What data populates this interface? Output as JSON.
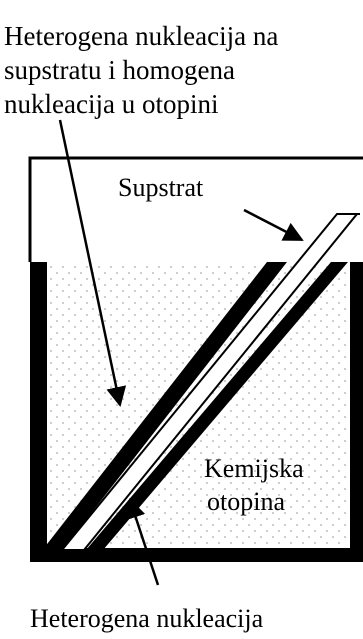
{
  "labels": {
    "top_line1": "Heterogena nukleacija na",
    "top_line2": "supstratu i homogena",
    "top_line3": "nukleacija u otopini",
    "substrate": "Supstrat",
    "solution_line1": "Kemijska",
    "solution_line2": "otopina",
    "bottom": "Heterogena nukleacija"
  },
  "colors": {
    "ink": "#000000",
    "solution_dots": "#c9c9c9",
    "background": "#ffffff"
  }
}
